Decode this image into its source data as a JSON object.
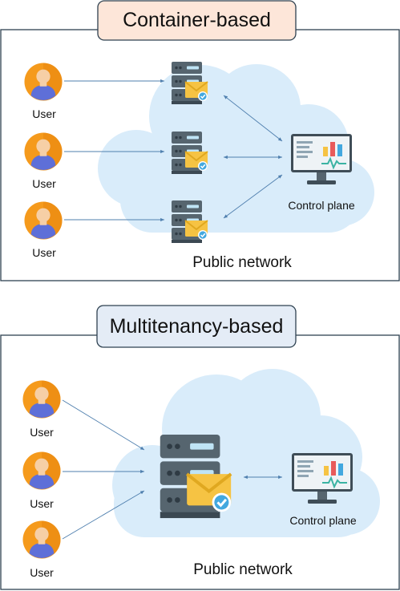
{
  "panels": [
    {
      "title": "Container-based",
      "users": [
        "User",
        "User",
        "User"
      ],
      "control_plane_label": "Control plane",
      "network_label": "Public network"
    },
    {
      "title": "Multitenancy-based",
      "users": [
        "User",
        "User",
        "User"
      ],
      "control_plane_label": "Control plane",
      "network_label": "Public network"
    }
  ],
  "icons": {
    "user": "user-avatar-icon",
    "server": "server-mail-icon",
    "control_plane": "monitor-dashboard-icon",
    "cloud": "cloud-icon"
  },
  "colors": {
    "user_outer": "#f59a1c",
    "user_face": "#f6cfa6",
    "user_body": "#5e6fd8",
    "server_body": "#4b5a67",
    "envelope": "#f6c343",
    "check_badge": "#43a8df",
    "cloud": "#d9ecfa",
    "arrow": "#4f7fae"
  }
}
